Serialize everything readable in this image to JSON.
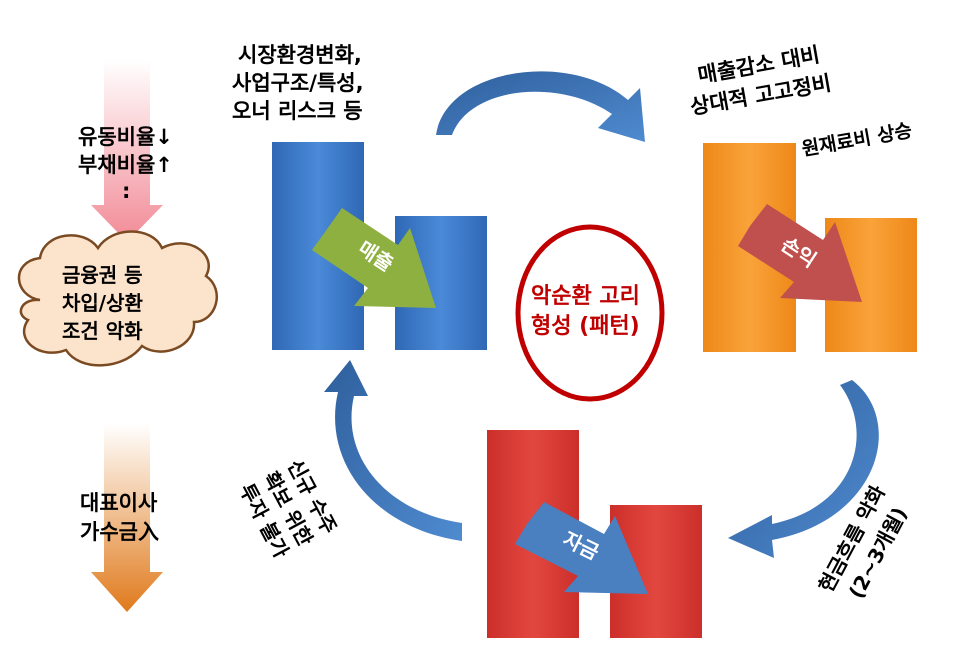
{
  "left": {
    "top_arrow_line1": "유동비율↓",
    "top_arrow_line2": "부채비율↑",
    "top_arrow_line3": ":",
    "cloud_line1": "금융권 등",
    "cloud_line2": "차입/상환",
    "cloud_line3": "조건 악화",
    "bottom_arrow_line1": "대표이사",
    "bottom_arrow_line2": "가수금入"
  },
  "cycle": {
    "center_line1": "악순환 고리",
    "center_line2": "형성 (패턴)",
    "sales_note_line1": "시장환경변화,",
    "sales_note_line2": "사업구조/특성,",
    "sales_note_line3": "오너 리스크 등",
    "sales_label": "매출",
    "cost_note_line1": "매출감소 대비",
    "cost_note_line2": "상대적 고고정비",
    "material_note": "원재료비 상승",
    "profit_label": "손익",
    "cashflow_note_line1": "현금흐름 악화",
    "cashflow_note_line2": "(2~3개월)",
    "funds_label": "자금",
    "invest_note_line1": "신규 수주",
    "invest_note_line2": "확보 위한",
    "invest_note_line3": "투자 불가"
  },
  "colors": {
    "blue_bar": "#3a78c9",
    "orange_bar": "#f5961f",
    "red_bar": "#d93a34",
    "green_arrow": "#8db040",
    "red_arrow": "#c0504d",
    "blue_arrow": "#4a7fc0",
    "cycle_arrow": "#3a6fae",
    "center_ellipse": "#c00000"
  },
  "icons": [
    "down-arrow-pink",
    "cloud-shape",
    "down-arrow-orange",
    "curved-arrow"
  ]
}
